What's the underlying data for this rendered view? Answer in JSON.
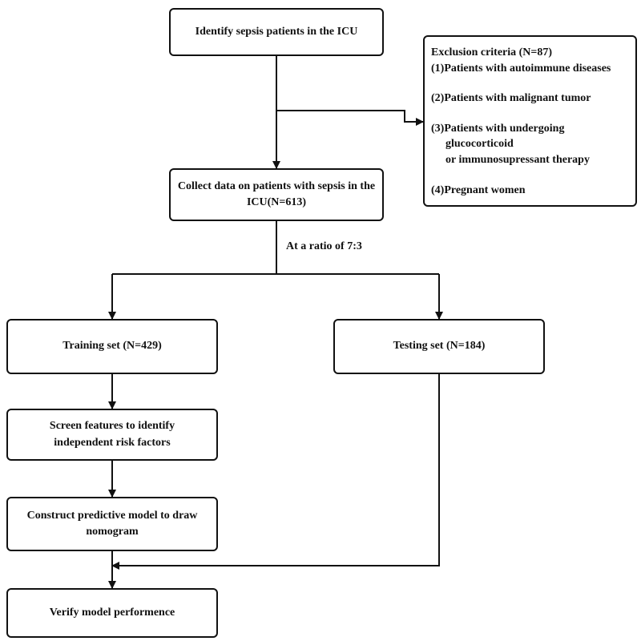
{
  "nodes": {
    "identify": "Identify sepsis patients in the ICU",
    "collect": "Collect data on patients with sepsis in the ICU(N=613)",
    "training": "Training set (N=429)",
    "testing": "Testing set (N=184)",
    "screen": "Screen features to identify independent risk factors",
    "construct": "Construct predictive model to draw nomogram",
    "verify": "Verify model performence"
  },
  "split_label": "At a ratio of 7:3",
  "exclusion": {
    "title": "Exclusion criteria (N=87)",
    "item1": "(1)Patients with autoimmune diseases",
    "item2": "(2)Patients with malignant tumor",
    "item3_line1": "(3)Patients with undergoing",
    "item3_line2": "glucocorticoid",
    "item3_line3": "or immunosupressant therapy",
    "item4": "(4)Pregnant women"
  }
}
